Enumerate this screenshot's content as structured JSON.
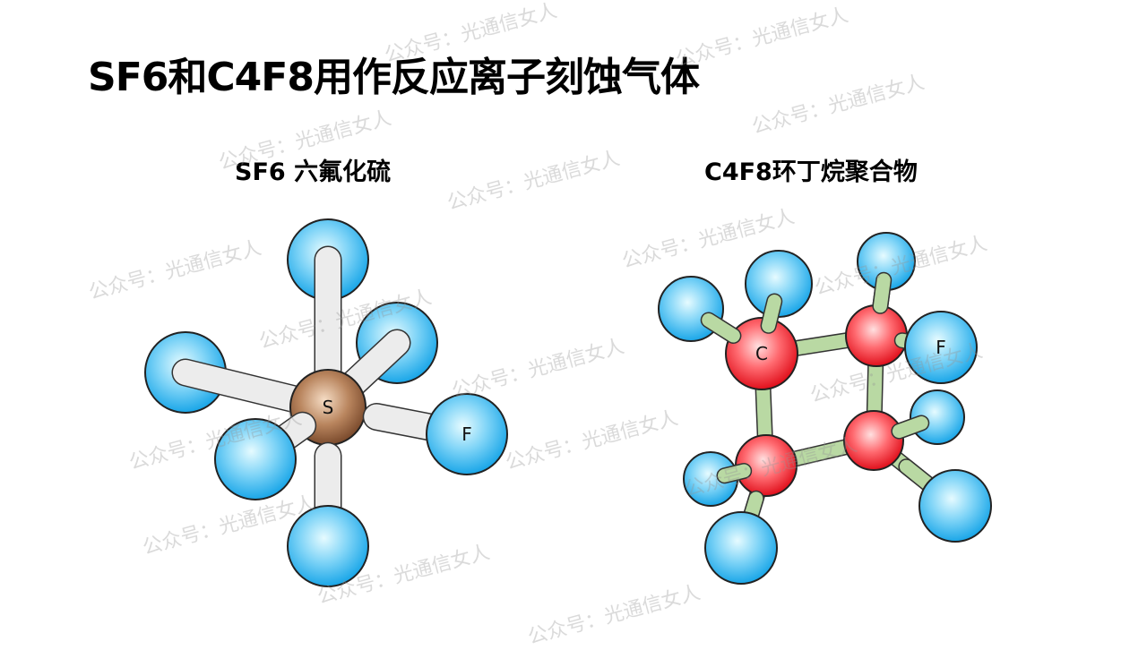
{
  "slide": {
    "title": "SF6和C4F8用作反应离子刻蚀气体",
    "left_caption": "SF6 六氟化硫",
    "right_caption": "C4F8环丁烷聚合物"
  },
  "sf6": {
    "center_label": "S",
    "fluorine_label": "F"
  },
  "c4f8": {
    "carbon_label": "C",
    "fluorine_label": "F"
  },
  "watermark": "公众号：光通信女人",
  "colors": {
    "fluorine": "#29b6f0",
    "carbon": "#e8202a",
    "sulfur": "#8b5a3c",
    "cf_bond": "#b9d9a3",
    "sf_bond": "#ececec"
  }
}
